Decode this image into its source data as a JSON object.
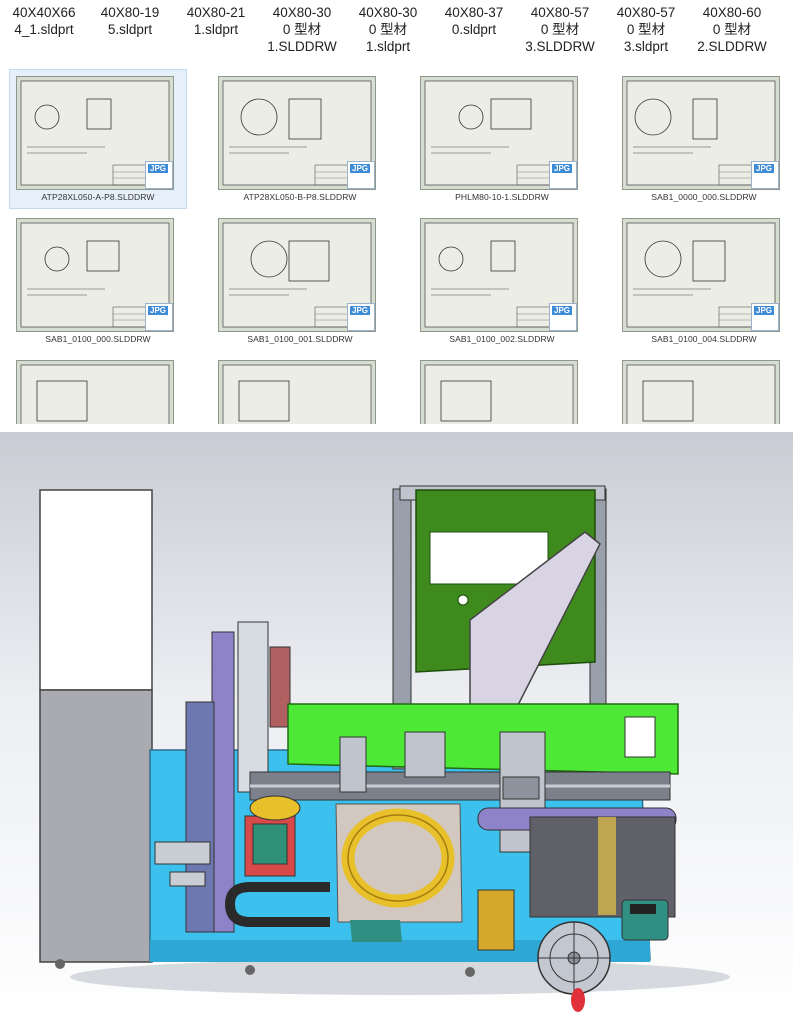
{
  "files": [
    {
      "name": "40X40X66\n4_1.sldprt"
    },
    {
      "name": "40X80-19\n5.sldprt"
    },
    {
      "name": "40X80-21\n1.sldprt"
    },
    {
      "name": "40X80-30\n0 型材\n1.SLDDRW"
    },
    {
      "name": "40X80-30\n0 型材\n1.sldprt"
    },
    {
      "name": "40X80-37\n0.sldprt"
    },
    {
      "name": "40X80-57\n0 型材\n3.SLDDRW"
    },
    {
      "name": "40X80-57\n0 型材\n3.sldprt"
    },
    {
      "name": "40X80-60\n0 型材\n2.SLDDRW"
    }
  ],
  "thumbnails": [
    {
      "label": "ATP28XL050-A-P8.SLDDRW",
      "badge": "JPG"
    },
    {
      "label": "ATP28XL050-B-P8.SLDDRW",
      "badge": "JPG"
    },
    {
      "label": "PHLM80-10-1.SLDDRW",
      "badge": "JPG"
    },
    {
      "label": "SAB1_0000_000.SLDDRW",
      "badge": "JPG"
    },
    {
      "label": "SAB1_0100_000.SLDDRW",
      "badge": "JPG"
    },
    {
      "label": "SAB1_0100_001.SLDDRW",
      "badge": "JPG"
    },
    {
      "label": "SAB1_0100_002.SLDDRW",
      "badge": "JPG"
    },
    {
      "label": "SAB1_0100_004.SLDDRW",
      "badge": "JPG"
    },
    {
      "label": "",
      "badge": ""
    },
    {
      "label": "",
      "badge": ""
    },
    {
      "label": "",
      "badge": ""
    },
    {
      "label": "",
      "badge": ""
    }
  ],
  "colors": {
    "machine_base": "#3cc0ee",
    "conveyor_green": "#4ee836",
    "door_green": "#3e8a1c",
    "ring_yellow": "#e8c02a",
    "frame_gray": "#9aa0ab",
    "purple_parts": "#8e82c8",
    "jpg_badge": "#3e8bd8"
  }
}
